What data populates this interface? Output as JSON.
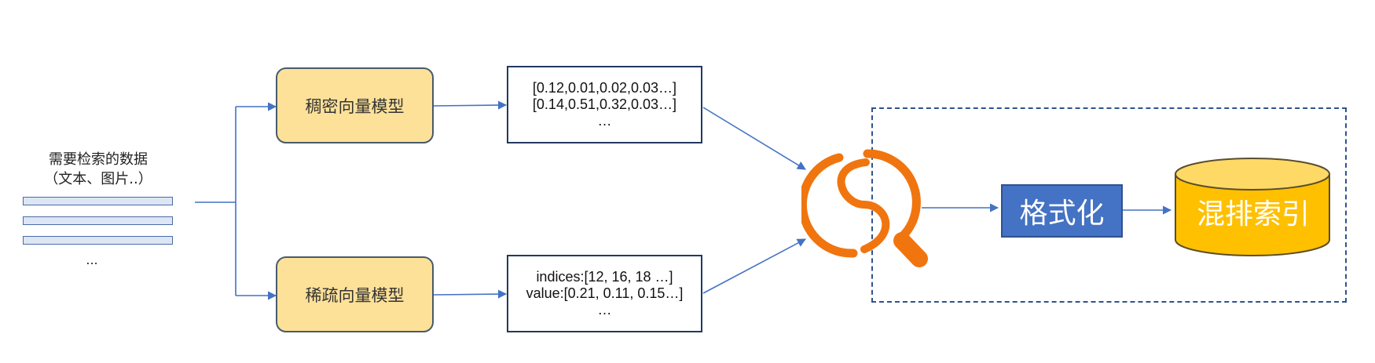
{
  "source": {
    "title": "需要检索的数据",
    "subtitle": "（文本、图片..）",
    "ellipsis": "..."
  },
  "dense_model": {
    "label": "稠密向量模型"
  },
  "sparse_model": {
    "label": "稀疏向量模型"
  },
  "dense_vectors": {
    "line1": "[0.12,0.01,0.02,0.03…]",
    "line2": "[0.14,0.51,0.32,0.03…]",
    "line3": "…"
  },
  "sparse_vectors": {
    "line1": "indices:[12, 16, 18 …]",
    "line2": "value:[0.21, 0.11, 0.15…]",
    "line3": "…"
  },
  "format_step": {
    "label": "格式化"
  },
  "hybrid_index": {
    "label": "混排索引"
  },
  "colors": {
    "arrow": "#4472c4",
    "model_fill": "#fde199",
    "format_fill": "#4472c4",
    "database_fill": "#ffc000",
    "logo": "#f0750f",
    "dashed_border": "#2f528f"
  },
  "icons": {
    "search_engine": "search-logo-icon",
    "database": "database-cylinder-icon"
  }
}
